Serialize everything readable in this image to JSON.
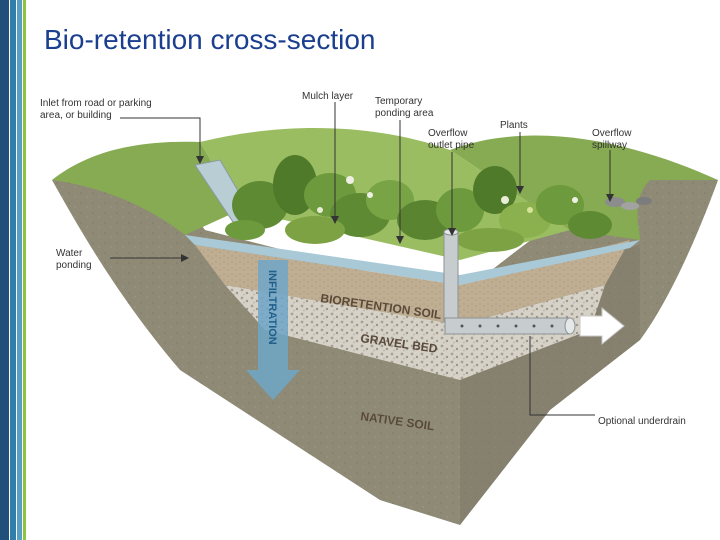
{
  "slide": {
    "title": "Bio-retention cross-section"
  },
  "diagram": {
    "labels": {
      "inlet": [
        "Inlet from road or parking",
        "area, or building"
      ],
      "mulch": [
        "Mulch layer"
      ],
      "temporary_ponding": [
        "Temporary",
        "ponding area"
      ],
      "overflow_pipe": [
        "Overflow",
        "outlet pipe"
      ],
      "plants": [
        "Plants"
      ],
      "overflow_spillway": [
        "Overflow",
        "spillway"
      ],
      "water_ponding": [
        "Water",
        "ponding"
      ],
      "underdrain": [
        "Optional underdrain"
      ]
    },
    "layers": {
      "bioretention_soil": "BIORETENTION SOIL",
      "gravel_bed": "GRAVEL BED",
      "native_soil": "NATIVE SOIL",
      "infiltration": "INFILTRATION"
    },
    "colors": {
      "native_soil": "#8f8a76",
      "bioretention_soil": "#bfae92",
      "gravel_bed": "#d6d2c8",
      "water": "#a9c9d6",
      "grass": "#7ea24a",
      "plants": "#5f8a34",
      "arrow": "#6ea6c8"
    }
  }
}
